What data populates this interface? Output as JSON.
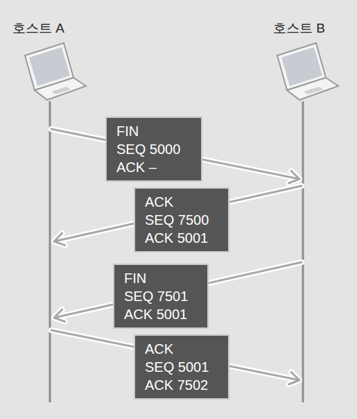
{
  "diagram": {
    "nodes": [
      {
        "text": [
          "FIN",
          "SEQ 5000",
          "ACK –"
        ]
      },
      {
        "text": [
          "ACK",
          "SEQ 7500",
          "ACK 5001"
        ]
      },
      {
        "text": [
          "FIN",
          "SEQ 7501",
          "ACK 5001"
        ]
      },
      {
        "text": [
          "ACK",
          "SEQ 5001",
          "ACK 7502"
        ]
      }
    ],
    "labels": [
      "호스트 A",
      "호스트 B"
    ]
  }
}
